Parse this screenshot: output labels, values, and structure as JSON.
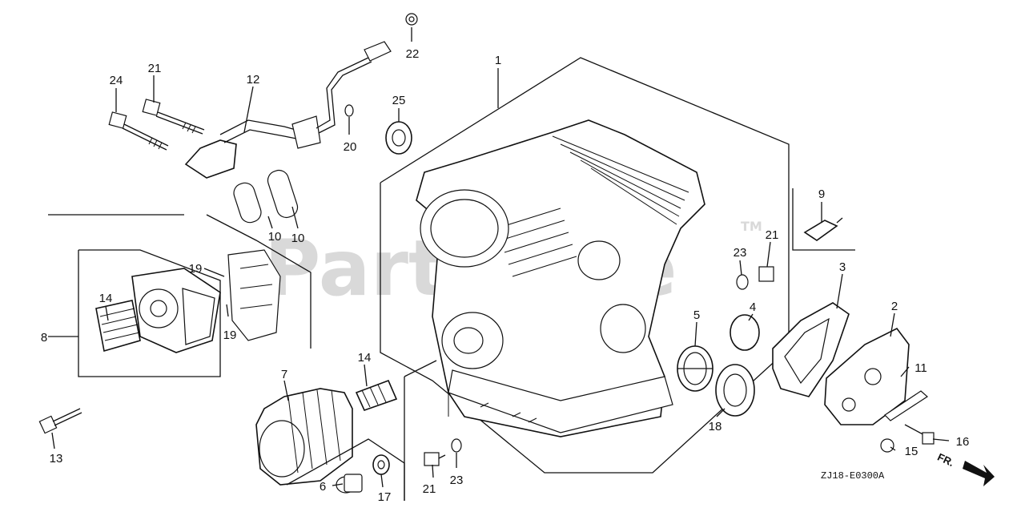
{
  "watermark": {
    "text": "PartsTree",
    "trademark": "TM"
  },
  "diagram_code": "ZJ18-E0300A",
  "front_arrow_label": "FR.",
  "callouts": [
    "1",
    "2",
    "3",
    "4",
    "5",
    "6",
    "7",
    "8",
    "9",
    "10",
    "10",
    "11",
    "12",
    "13",
    "14",
    "14",
    "15",
    "16",
    "17",
    "18",
    "19",
    "19",
    "20",
    "21",
    "21",
    "21",
    "22",
    "23",
    "23",
    "24",
    "25"
  ]
}
